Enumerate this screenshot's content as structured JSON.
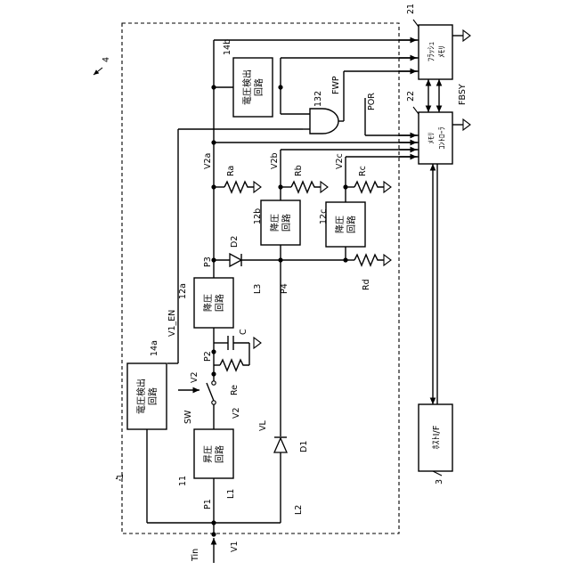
{
  "refs": {
    "system": "1",
    "host_ref": "3",
    "module": "4",
    "flash_ref": "21",
    "controller_ref": "22",
    "boost_ref": "11",
    "reg_a_ref": "12a",
    "reg_b_ref": "12b",
    "reg_c_ref": "12c",
    "det_a_ref": "14a",
    "det_b_ref": "14b",
    "gate_ref": "132"
  },
  "blocks": {
    "boost": "昇圧\n回路",
    "reg_a": "降圧\n回路",
    "reg_b": "降圧\n回路",
    "reg_c": "降圧\n回路",
    "det_a": "電圧検出\n回路",
    "det_b": "電圧検出\n回路",
    "flash": "ﾌﾗｯｼｭ\nﾒﾓﾘ",
    "controller": "ﾒﾓﾘ\nｺﾝﾄﾛｰﾗ",
    "host_if": "ﾎｽﾄI/F"
  },
  "labels": {
    "tin": "Tin",
    "v1": "V1",
    "p1": "P1",
    "p2": "P2",
    "p3": "P3",
    "p4": "P4",
    "l1": "L1",
    "l2": "L2",
    "l3": "L3",
    "sw": "SW",
    "v2_switch": "V2",
    "v2_boost": "V2",
    "v1_en": "V1_EN",
    "vl": "VL",
    "d1": "D1",
    "d2": "D2",
    "c": "C",
    "re": "Re",
    "ra": "Ra",
    "rb": "Rb",
    "rc": "Rc",
    "rd": "Rd",
    "v2a": "V2a",
    "v2b": "V2b",
    "v2c": "V2c",
    "fwp": "FWP",
    "por": "POR",
    "fbsy": "FBSY"
  }
}
